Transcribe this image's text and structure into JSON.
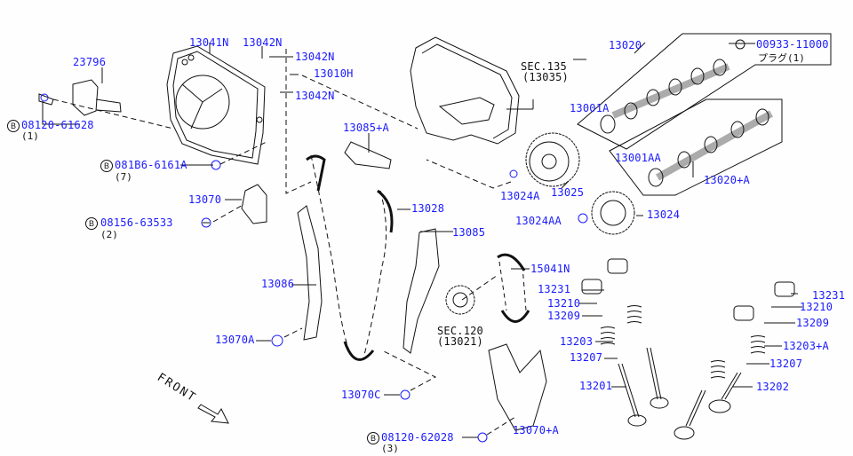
{
  "diagram": {
    "title": "Camshaft & Valve Mechanism / Timing Chain",
    "colors": {
      "label": "#1a1aff",
      "line": "#111111",
      "background": "#fefefe"
    },
    "direction_label": "FRONT",
    "parts": [
      {
        "id": "p23796",
        "number": "23796"
      },
      {
        "id": "p13041N",
        "number": "13041N"
      },
      {
        "id": "p13042N_a",
        "number": "13042N"
      },
      {
        "id": "p13042N_b",
        "number": "13042N"
      },
      {
        "id": "p13010H",
        "number": "13010H"
      },
      {
        "id": "p13042N_c",
        "number": "13042N"
      },
      {
        "id": "p08120_61628",
        "number": "08120-61628",
        "qty": "(1)",
        "bolt": "B"
      },
      {
        "id": "p081B6_6161A",
        "number": "081B6-6161A",
        "qty": "(7)",
        "bolt": "B"
      },
      {
        "id": "p13070",
        "number": "13070"
      },
      {
        "id": "p08156_63533",
        "number": "08156-63533",
        "qty": "(2)",
        "bolt": "B"
      },
      {
        "id": "p13086",
        "number": "13086"
      },
      {
        "id": "p13070A",
        "number": "13070A"
      },
      {
        "id": "p13085A",
        "number": "13085+A"
      },
      {
        "id": "p13028",
        "number": "13028"
      },
      {
        "id": "p13085",
        "number": "13085"
      },
      {
        "id": "p13070C",
        "number": "13070C"
      },
      {
        "id": "p08120_62028",
        "number": "08120-62028",
        "qty": "(3)",
        "bolt": "B"
      },
      {
        "id": "p13070pA",
        "number": "13070+A"
      },
      {
        "id": "p15041N",
        "number": "15041N"
      },
      {
        "id": "p13020",
        "number": "13020"
      },
      {
        "id": "p00933_11000",
        "number": "00933-11000",
        "note": "プラグ(1)"
      },
      {
        "id": "p13001A",
        "number": "13001A"
      },
      {
        "id": "p13001AA",
        "number": "13001AA"
      },
      {
        "id": "p13020pA",
        "number": "13020+A"
      },
      {
        "id": "p13024A",
        "number": "13024A"
      },
      {
        "id": "p13025",
        "number": "13025"
      },
      {
        "id": "p13024AA",
        "number": "13024AA"
      },
      {
        "id": "p13024",
        "number": "13024"
      },
      {
        "id": "p13231_l",
        "number": "13231"
      },
      {
        "id": "p13210_l",
        "number": "13210"
      },
      {
        "id": "p13209_l",
        "number": "13209"
      },
      {
        "id": "p13203",
        "number": "13203"
      },
      {
        "id": "p13207_l",
        "number": "13207"
      },
      {
        "id": "p13201",
        "number": "13201"
      },
      {
        "id": "p13231_r",
        "number": "13231"
      },
      {
        "id": "p13210_r",
        "number": "13210"
      },
      {
        "id": "p13209_r",
        "number": "13209"
      },
      {
        "id": "p13203A",
        "number": "13203+A"
      },
      {
        "id": "p13207_r",
        "number": "13207"
      },
      {
        "id": "p13202",
        "number": "13202"
      }
    ],
    "section_refs": [
      {
        "id": "sec135",
        "text": "SEC.135",
        "sub": "(13035)"
      },
      {
        "id": "sec120",
        "text": "SEC.120",
        "sub": "(13021)"
      }
    ]
  }
}
